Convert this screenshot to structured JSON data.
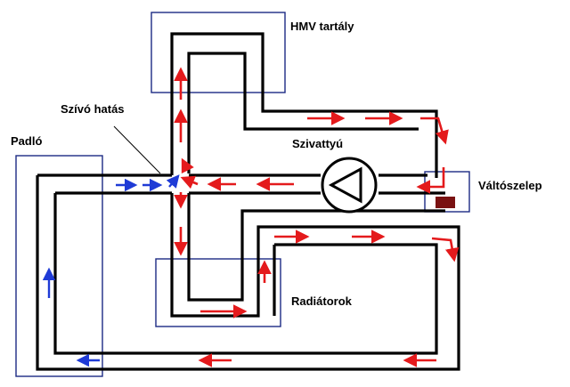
{
  "labels": {
    "hmv": "HMV tartály",
    "szivo": "Szívó hatás",
    "padlo": "Padló",
    "szivattyu": "Szivattyú",
    "valtoszelep": "Váltószelep",
    "radiatorok": "Radiátorok"
  },
  "colors": {
    "pipe": "#000000",
    "box": "#1c2a84",
    "hot_flow": "#e41a1c",
    "cold_flow": "#1f3bd6",
    "valve": "#7a1212"
  },
  "components": [
    "hmv-tank-box",
    "floor-heating-box",
    "radiators-box",
    "diverter-valve-box",
    "pump-icon",
    "diverter-valve-block"
  ],
  "icons": {
    "pump": "circle-with-triangle",
    "valve": "dark-red-block",
    "flow": "arrow"
  }
}
